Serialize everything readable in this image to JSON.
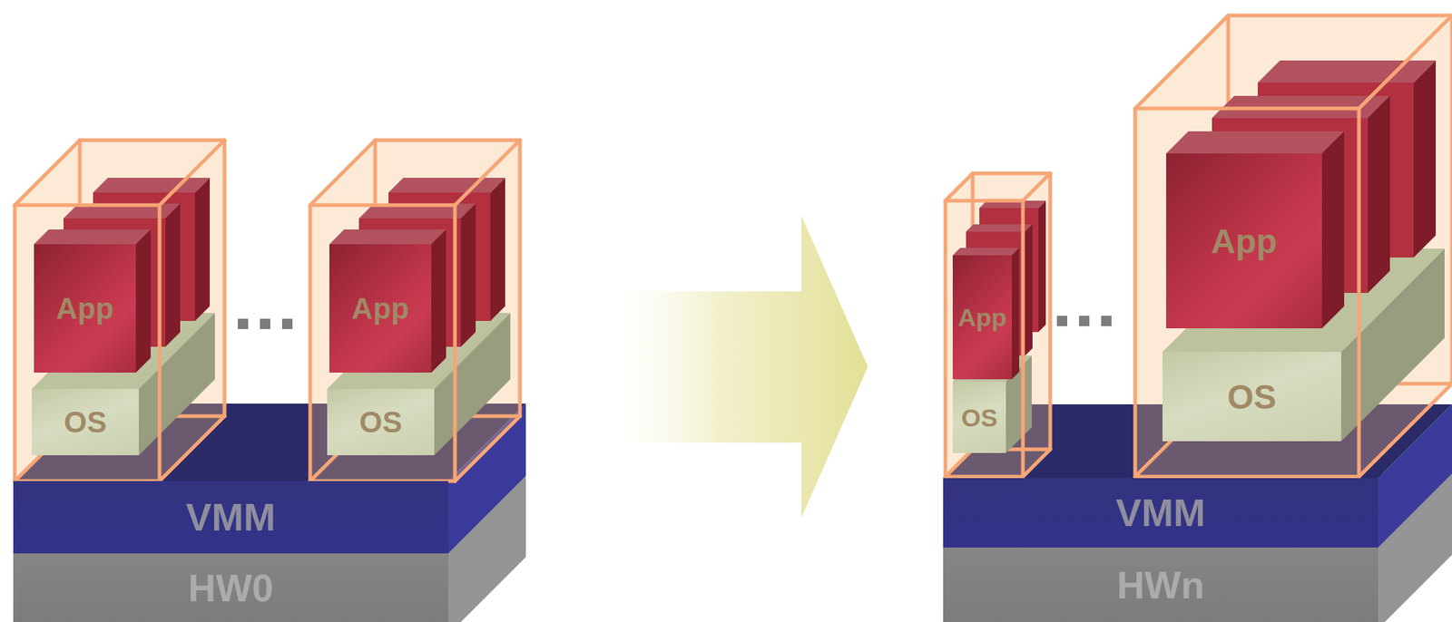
{
  "diagram": {
    "nodes": [
      {
        "text": [
          "App"
        ]
      },
      {
        "text": [
          "OS"
        ]
      },
      {
        "text": [
          "App"
        ]
      },
      {
        "text": [
          "OS"
        ]
      },
      {
        "text": [
          "VMM"
        ]
      },
      {
        "text": [
          "HW0"
        ]
      },
      {
        "text": [
          "App"
        ]
      },
      {
        "text": [
          "OS"
        ]
      },
      {
        "text": [
          "App"
        ]
      },
      {
        "text": [
          "OS"
        ]
      },
      {
        "text": [
          "VMM"
        ]
      },
      {
        "text": [
          "HWn"
        ]
      }
    ]
  }
}
